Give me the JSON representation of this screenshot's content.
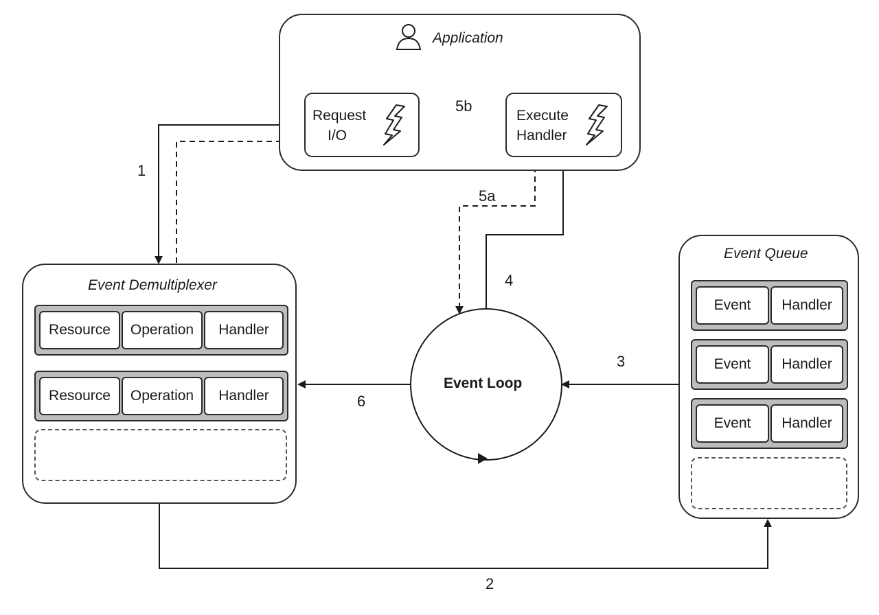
{
  "application": {
    "title": "Application"
  },
  "request_io": {
    "line1": "Request",
    "line2": "I/O"
  },
  "execute_handler": {
    "line1": "Execute",
    "line2": "Handler"
  },
  "event_demultiplexer": {
    "title": "Event Demultiplexer",
    "rows": [
      [
        "Resource",
        "Operation",
        "Handler"
      ],
      [
        "Resource",
        "Operation",
        "Handler"
      ]
    ]
  },
  "event_queue": {
    "title": "Event Queue",
    "rows": [
      [
        "Event",
        "Handler"
      ],
      [
        "Event",
        "Handler"
      ],
      [
        "Event",
        "Handler"
      ]
    ]
  },
  "event_loop": {
    "label": "Event Loop"
  },
  "steps": {
    "s1": "1",
    "s2": "2",
    "s3": "3",
    "s4": "4",
    "s5a": "5a",
    "s5b": "5b",
    "s6": "6"
  },
  "icons": [
    "user-icon",
    "lightning-icon"
  ]
}
